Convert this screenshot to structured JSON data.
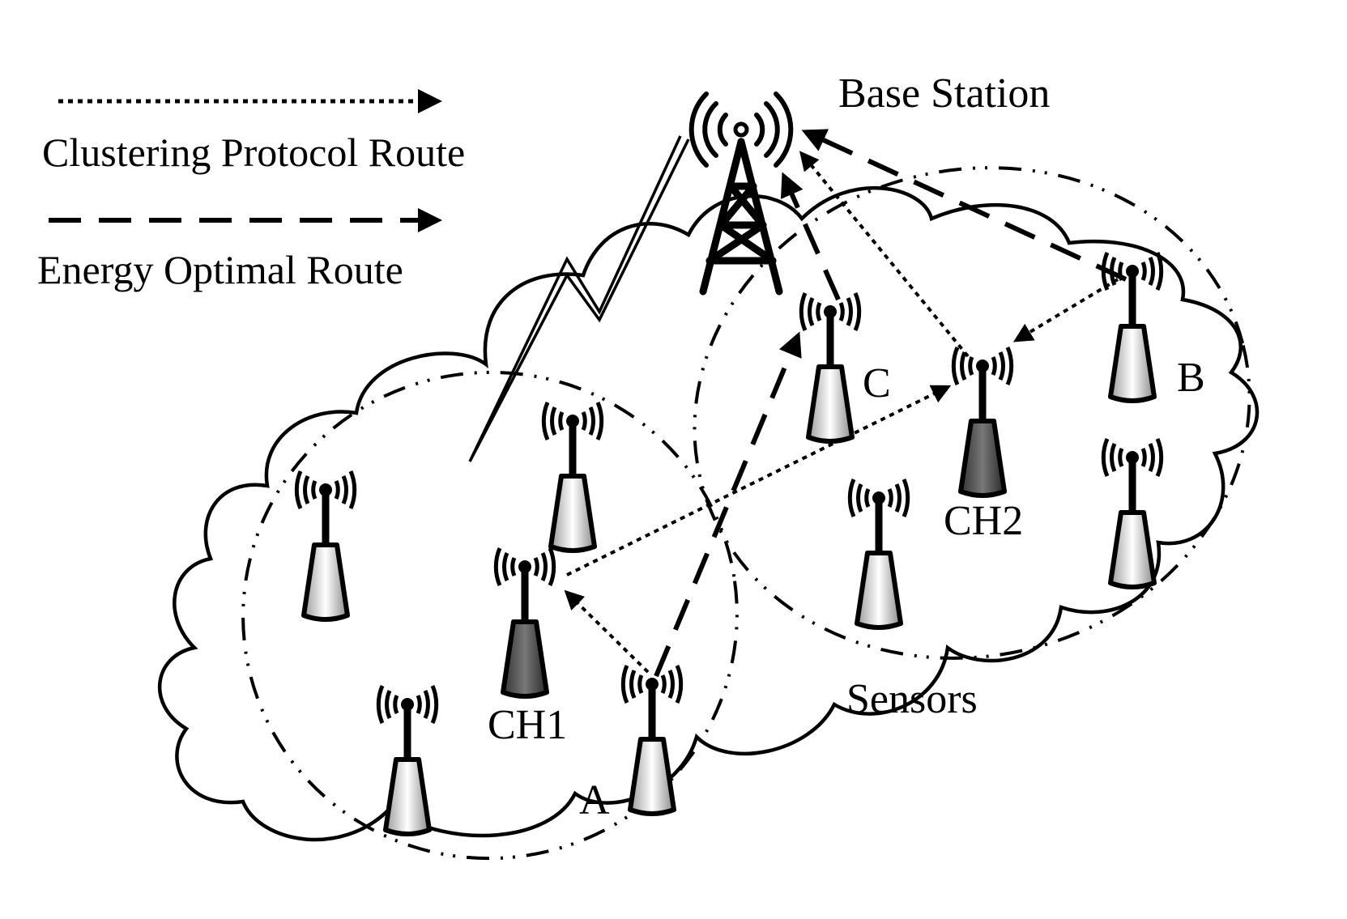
{
  "legend": {
    "clustering_route": "Clustering Protocol Route",
    "energy_route": "Energy Optimal Route"
  },
  "labels": {
    "base_station": "Base Station",
    "sensors": "Sensors",
    "ch1": "CH1",
    "ch2": "CH2",
    "node_a": "A",
    "node_b": "B",
    "node_c": "C"
  },
  "colors": {
    "line": "#000000",
    "cluster_head_fill": "#555555",
    "sensor_fill": "#ffffff",
    "background": "#ffffff"
  },
  "icons": {
    "base_station": "radio-tower-icon",
    "sensor": "wireless-sensor-icon",
    "cluster_head": "cluster-head-sensor-icon"
  }
}
